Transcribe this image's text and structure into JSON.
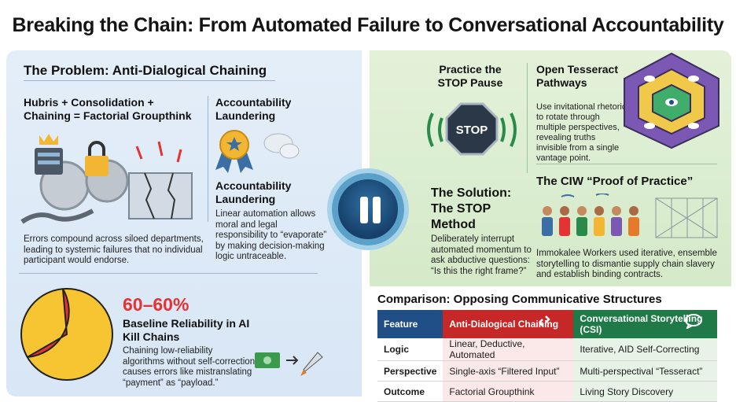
{
  "title": "Breaking the Chain: From Automated Failure to Conversational Accountability",
  "problem": {
    "heading": "The Problem: Anti-Dialogical Chaining",
    "formula": "Hubris + Consolidation + Chaining = Factorial Groupthink",
    "errors_text": "Errors compound across siloed departments, leading to systemic failures that no individual participant would endorse.",
    "accountability_title_small": "Accountability Laundering",
    "accountability_title": "Accountability Laundering",
    "accountability_text": "Linear automation allows moral and legal responsibility to “evaporate” by making decision-making logic untraceable."
  },
  "reliability": {
    "stat": "60–60%",
    "label": "Baseline Reliability in AI Kill Chains",
    "text": "Chaining low-reliability algorithms without self-correction causes errors like mistranslating “payment” as “payload.”",
    "pie_red_color": "#e53232",
    "pie_yellow_color": "#f6c531"
  },
  "stop": {
    "practice": "Practice the STOP Pause",
    "sign": "STOP",
    "solution": "The Solution: The STOP Method",
    "solution_text": "Deliberately interrupt automated momentum to ask abductive questions: “Is this the right frame?”"
  },
  "tesseract": {
    "title": "Open Tesseract Pathways",
    "text": "Use invitational rhetoric to rotate through multiple perspectives, revealing truths invisible from a single vantage point."
  },
  "ciw": {
    "title": "The CIW “Proof of Practice”",
    "text": "Immokalee Workers used iterative, ensemble storytelling to dismantie supply chain slavery and establish binding contracts."
  },
  "comparison": {
    "heading": "Comparison: Opposing Communicative Structures",
    "headers": [
      "Feature",
      "Anti-Dialogical Chaining",
      "Conversational Storytelling (CSI)"
    ],
    "rows": [
      [
        "Logic",
        "Linear, Deductive, Automated",
        "Iterative, AID Self-Correcting"
      ],
      [
        "Perspective",
        "Single-axis “Filtered Input”",
        "Multi-perspectival “Tesseract”"
      ],
      [
        "Outcome",
        "Factorial Groupthink",
        "Living Story Discovery"
      ]
    ],
    "header_colors": [
      "#1f4f86",
      "#c62828",
      "#1f7a48"
    ]
  }
}
